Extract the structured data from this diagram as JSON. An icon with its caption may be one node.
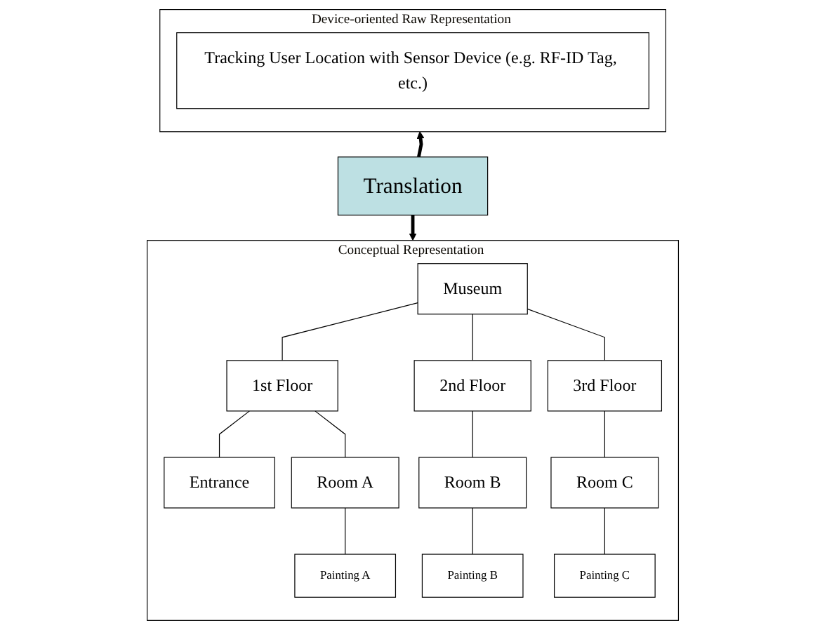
{
  "diagram": {
    "nodes": [
      {
        "text": [
          "Device-oriented Raw Representation"
        ]
      },
      {
        "text": [
          "Tracking User Location with Sensor Device (e.g. RF-ID Tag, etc.)"
        ],
        "in": 0
      },
      {
        "text": [
          "Translation"
        ]
      },
      {
        "text": [
          "Conceptual Representation"
        ]
      },
      {
        "text": [
          "Museum"
        ],
        "in": 3
      },
      {
        "text": [
          "1st Floor"
        ],
        "in": 3
      },
      {
        "text": [
          "2nd Floor"
        ],
        "in": 3
      },
      {
        "text": [
          "3rd Floor"
        ],
        "in": 3
      },
      {
        "text": [
          "Entrance"
        ],
        "in": 3
      },
      {
        "text": [
          "Room A"
        ],
        "in": 3
      },
      {
        "text": [
          "Room B"
        ],
        "in": 3
      },
      {
        "text": [
          "Room C"
        ],
        "in": 3
      },
      {
        "text": [
          "Painting A"
        ],
        "in": 3
      },
      {
        "text": [
          "Painting B"
        ],
        "in": 3
      },
      {
        "text": [
          "Painting C"
        ],
        "in": 3
      }
    ],
    "edges": [
      {
        "from": 2,
        "to": 0,
        "arrow": "to",
        "style": "thick"
      },
      {
        "from": 2,
        "to": 3,
        "arrow": "to",
        "style": "thick"
      },
      {
        "from": 4,
        "to": 5,
        "arrow": "none"
      },
      {
        "from": 4,
        "to": 6,
        "arrow": "none"
      },
      {
        "from": 4,
        "to": 7,
        "arrow": "none"
      },
      {
        "from": 5,
        "to": 8,
        "arrow": "none"
      },
      {
        "from": 5,
        "to": 9,
        "arrow": "none"
      },
      {
        "from": 6,
        "to": 10,
        "arrow": "none"
      },
      {
        "from": 7,
        "to": 11,
        "arrow": "none"
      },
      {
        "from": 9,
        "to": 12,
        "arrow": "none"
      },
      {
        "from": 10,
        "to": 13,
        "arrow": "none"
      },
      {
        "from": 11,
        "to": 14,
        "arrow": "none"
      }
    ]
  }
}
